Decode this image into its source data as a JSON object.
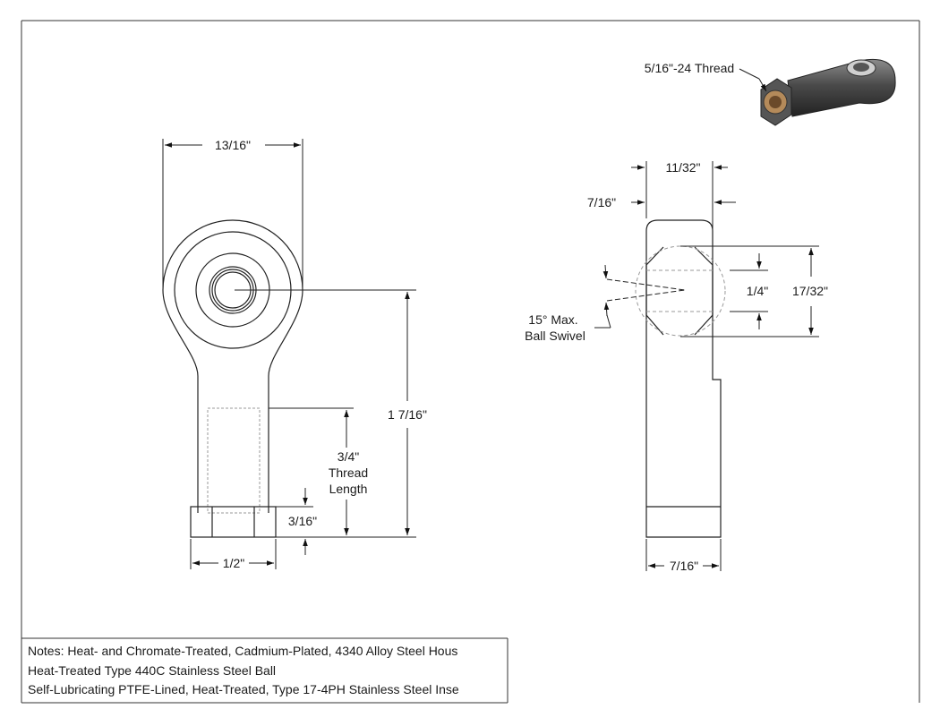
{
  "dimensions": {
    "overall_width": "13/16\"",
    "total_length": "1 7/16\"",
    "thread_length_value": "3/4\"",
    "thread_length_word1": "Thread",
    "thread_length_word2": "Length",
    "nut_height": "3/16\"",
    "nut_width": "1/2\"",
    "ball_width": "11/32\"",
    "housing_thickness_top": "7/16\"",
    "bore": "1/4\"",
    "ball_diameter": "17/32\"",
    "swivel_line1": "15° Max.",
    "swivel_line2": "Ball Swivel",
    "shank_width": "7/16\"",
    "thread_callout": "5/16\"-24 Thread"
  },
  "notes": {
    "line1": "Notes:  Heat- and Chromate-Treated, Cadmium-Plated, 4340 Alloy Steel Hous",
    "line2": "Heat-Treated Type 440C Stainless Steel Ball",
    "line3": "Self-Lubricating PTFE-Lined, Heat-Treated, Type 17-4PH Stainless Steel Inse"
  }
}
